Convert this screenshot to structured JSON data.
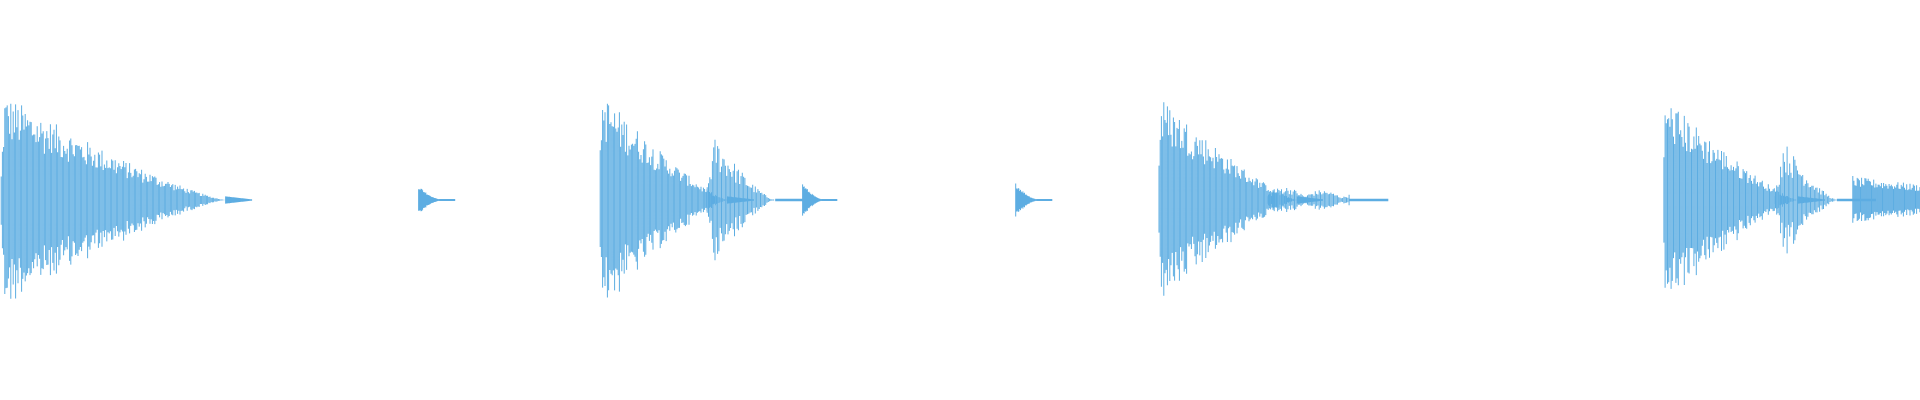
{
  "waveform": {
    "color": "#5dade2",
    "background": "#ffffff",
    "clips": [
      {
        "name": "hit-1",
        "shape": "kick",
        "start": 0.0,
        "attack": 0.098,
        "body": 0.078,
        "peak": 0.98,
        "tail": 0.0,
        "tail_level": 0.0
      },
      {
        "name": "blip-1",
        "shape": "blip",
        "start": 0.218,
        "length": 0.011,
        "peak": 0.13
      },
      {
        "name": "hit-2",
        "shape": "kick",
        "start": 0.312,
        "attack": 0.055,
        "body": 0.047,
        "peak": 1.0,
        "secondary_start": 0.367,
        "secondary_length": 0.037,
        "secondary_peak": 0.6
      },
      {
        "name": "blip-2",
        "shape": "blip",
        "start": 0.418,
        "length": 0.01,
        "peak": 0.15
      },
      {
        "name": "blip-3",
        "shape": "blip",
        "start": 0.529,
        "length": 0.011,
        "peak": 0.15
      },
      {
        "name": "hit-3",
        "shape": "kick",
        "start": 0.603,
        "attack": 0.06,
        "body": 0.05,
        "peak": 0.96,
        "secondary_start": 0.66,
        "secondary_length": 0.043,
        "secondary_peak": 0.14
      },
      {
        "name": "hit-4",
        "shape": "kick",
        "start": 0.866,
        "attack": 0.058,
        "body": 0.05,
        "peak": 0.96,
        "secondary_start": 0.924,
        "secondary_length": 0.033,
        "secondary_peak": 0.56
      },
      {
        "name": "sustain",
        "shape": "sustain",
        "start": 0.965,
        "length": 0.035,
        "peak": 0.24
      }
    ]
  }
}
